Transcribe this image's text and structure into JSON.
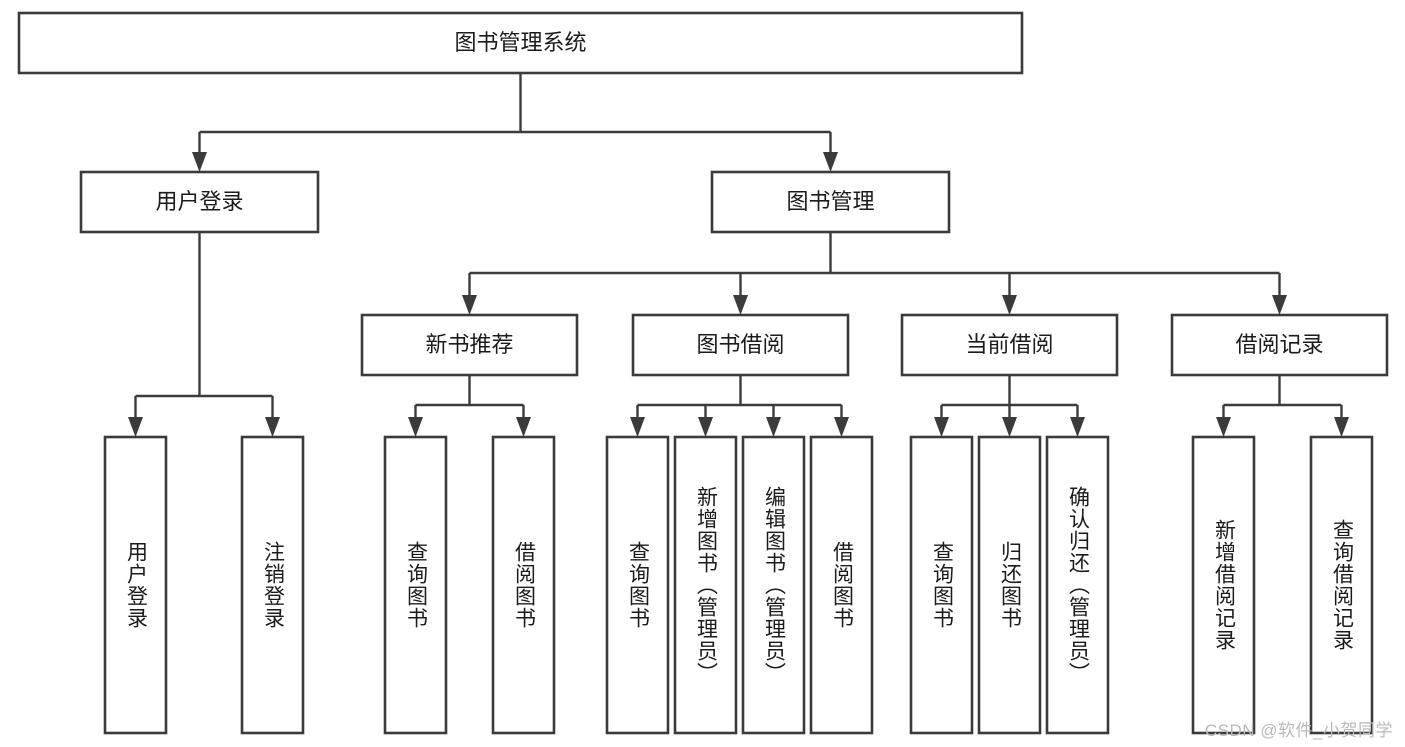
{
  "diagram": {
    "title": "图书管理系统",
    "type": "hierarchy-tree",
    "colors": {
      "box_stroke": "#3b3b3b",
      "box_fill": "#ffffff",
      "connector": "#3b3b3b",
      "text": "#1b1b1b",
      "background": "#ffffff",
      "watermark": "#b9b9b9"
    },
    "levels": {
      "root": {
        "label": "图书管理系统"
      },
      "level2": [
        {
          "label": "用户登录"
        },
        {
          "label": "图书管理"
        }
      ],
      "level3": [
        {
          "label": "新书推荐"
        },
        {
          "label": "图书借阅"
        },
        {
          "label": "当前借阅"
        },
        {
          "label": "借阅记录"
        }
      ],
      "leaves": {
        "user_login": [
          {
            "label": "用户登录"
          },
          {
            "label": "注销登录"
          }
        ],
        "new_book_recommend": [
          {
            "label": "查询图书"
          },
          {
            "label": "借阅图书"
          }
        ],
        "book_borrow": [
          {
            "label": "查询图书"
          },
          {
            "label": "新增图书（管理员）"
          },
          {
            "label": "编辑图书（管理员）"
          },
          {
            "label": "借阅图书"
          }
        ],
        "current_borrow": [
          {
            "label": "查询图书"
          },
          {
            "label": "归还图书"
          },
          {
            "label": "确认归还（管理员）"
          }
        ],
        "borrow_records": [
          {
            "label": "新增借阅记录"
          },
          {
            "label": "查询借阅记录"
          }
        ]
      }
    }
  },
  "watermark": {
    "text": "CSDN @软件_小贺同学"
  }
}
